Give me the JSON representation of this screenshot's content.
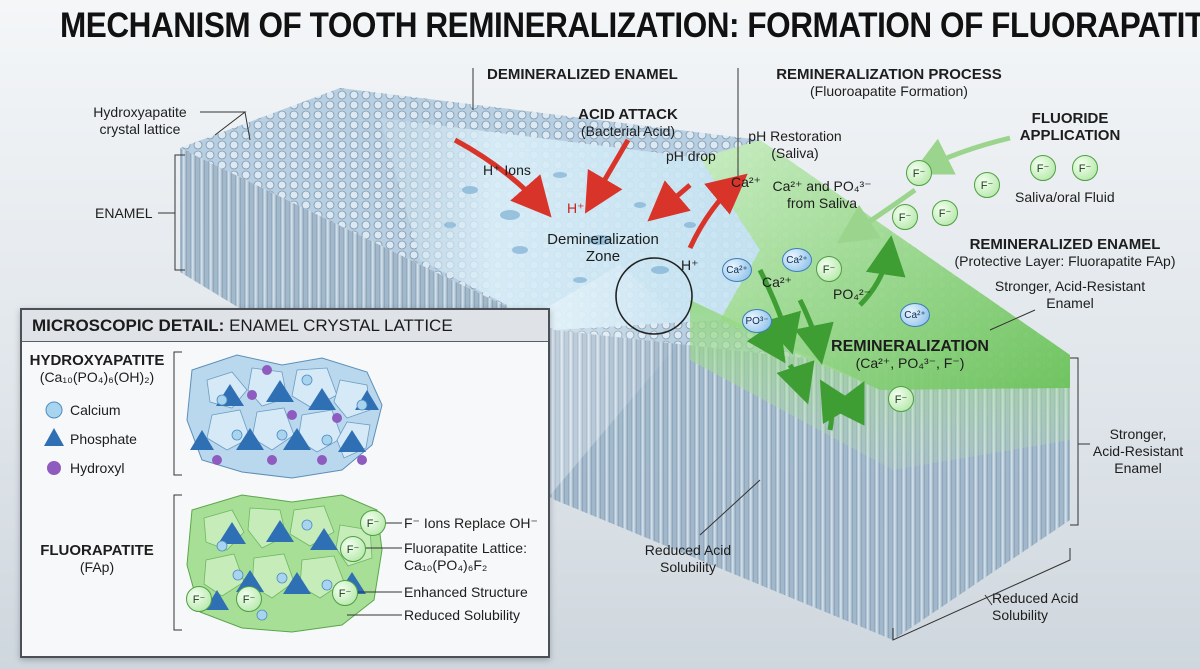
{
  "title": "MECHANISM OF TOOTH REMINERALIZATION: FORMATION OF FLUORAPATITE",
  "labels": {
    "hydroxyapatite_lattice_l1": "Hydroxyapatite",
    "hydroxyapatite_lattice_l2": "crystal lattice",
    "enamel": "ENAMEL",
    "demineralized_enamel": "DEMINERALIZED ENAMEL",
    "acid_attack": "ACID ATTACK",
    "bacterial_acid": "(Bacterial Acid)",
    "h_ions": "H⁺ Ions",
    "h_plus": "H⁺",
    "ph_drop": "pH drop",
    "demin_zone_l1": "Demineralization",
    "demin_zone_l2": "Zone",
    "h_plus_2": "H⁺",
    "remin_process": "REMINERALIZATION PROCESS",
    "fluoroapatite_formation": "(Fluoroapatite Formation)",
    "ph_restoration": "pH Restoration",
    "saliva": "(Saliva)",
    "ca2_plus": "Ca²⁺",
    "ca_po4_l1": "Ca²⁺ and PO₄³⁻",
    "ca_po4_l2": "from Saliva",
    "fluoride_app_l1": "FLUORIDE",
    "fluoride_app_l2": "APPLICATION",
    "saliva_oral_fluid": "Saliva/oral Fluid",
    "remin_enamel": "REMINERALIZED ENAMEL",
    "protective_layer": "(Protective Layer: Fluorapatite FAp)",
    "stronger_l1": "Stronger, Acid-Resistant",
    "stronger_l2": "Enamel",
    "ca2_plus_2": "Ca²⁺",
    "po4": "PO₄²⁻",
    "remineralization": "REMINERALIZATION",
    "remin_ions": "(Ca²⁺, PO₄³⁻, F⁻)",
    "right_stronger_l1": "Stronger,",
    "right_stronger_l2": "Acid-Resistant",
    "right_stronger_l3": "Enamel",
    "reduced_acid_l1": "Reduced Acid",
    "reduced_acid_l2": "Solubility",
    "reduced_acid_right_l1": "Reduced Acid",
    "reduced_acid_right_l2": "Solubility"
  },
  "ions": {
    "f": "F⁻",
    "ca": "Ca²⁺",
    "po": "PO³⁻"
  },
  "panel": {
    "title_bold": "MICROSCOPIC DETAIL:",
    "title_rest": " ENAMEL CRYSTAL LATTICE",
    "hydroxyapatite": "HYDROXYAPATITE",
    "hydroxyapatite_formula": "(Ca₁₀(PO₄)₆(OH)₂)",
    "calcium": "Calcium",
    "phosphate": "Phosphate",
    "hydroxyl": "Hydroxyl",
    "fluorapatite": "FLUORAPATITE",
    "fap": "(FAp)",
    "f_replace": "F⁻ Ions Replace OH⁻",
    "fap_lattice_l1": "Fluorapatite Lattice:",
    "fap_lattice_l2": "Ca₁₀(PO₄)₆F₂",
    "enhanced": "Enhanced Structure",
    "reduced": "Reduced Solubility"
  },
  "colors": {
    "enamel_blue": "#a9c6dc",
    "demin_blue": "#cfe6f3",
    "remin_green": "#7fcf6a",
    "acid_red": "#d8342a",
    "calcium": "#a9d4ef",
    "phosphate": "#2f6fb3",
    "hydroxyl": "#8e5bbf"
  }
}
